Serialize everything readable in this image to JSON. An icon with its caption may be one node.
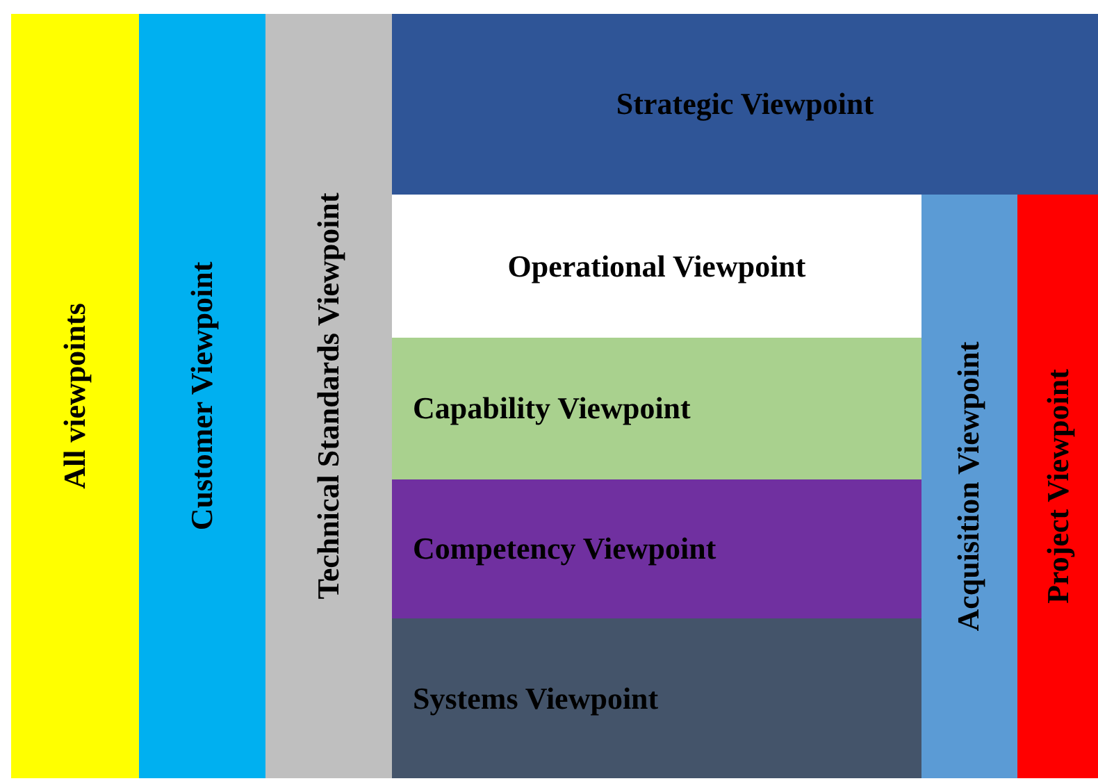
{
  "diagram": {
    "nodes": [
      {
        "text": [
          "All viewpoints"
        ]
      },
      {
        "text": [
          "Customer Viewpoint"
        ]
      },
      {
        "text": [
          "Technical Standards Viewpoint"
        ]
      },
      {
        "text": [
          "Strategic Viewpoint"
        ]
      },
      {
        "text": [
          "Operational Viewpoint"
        ]
      },
      {
        "text": [
          "Capability Viewpoint"
        ]
      },
      {
        "text": [
          "Competency Viewpoint"
        ]
      },
      {
        "text": [
          "Systems Viewpoint"
        ]
      },
      {
        "text": [
          "Acquisition Viewpoint"
        ]
      },
      {
        "text": [
          "Project Viewpoint"
        ]
      }
    ]
  }
}
